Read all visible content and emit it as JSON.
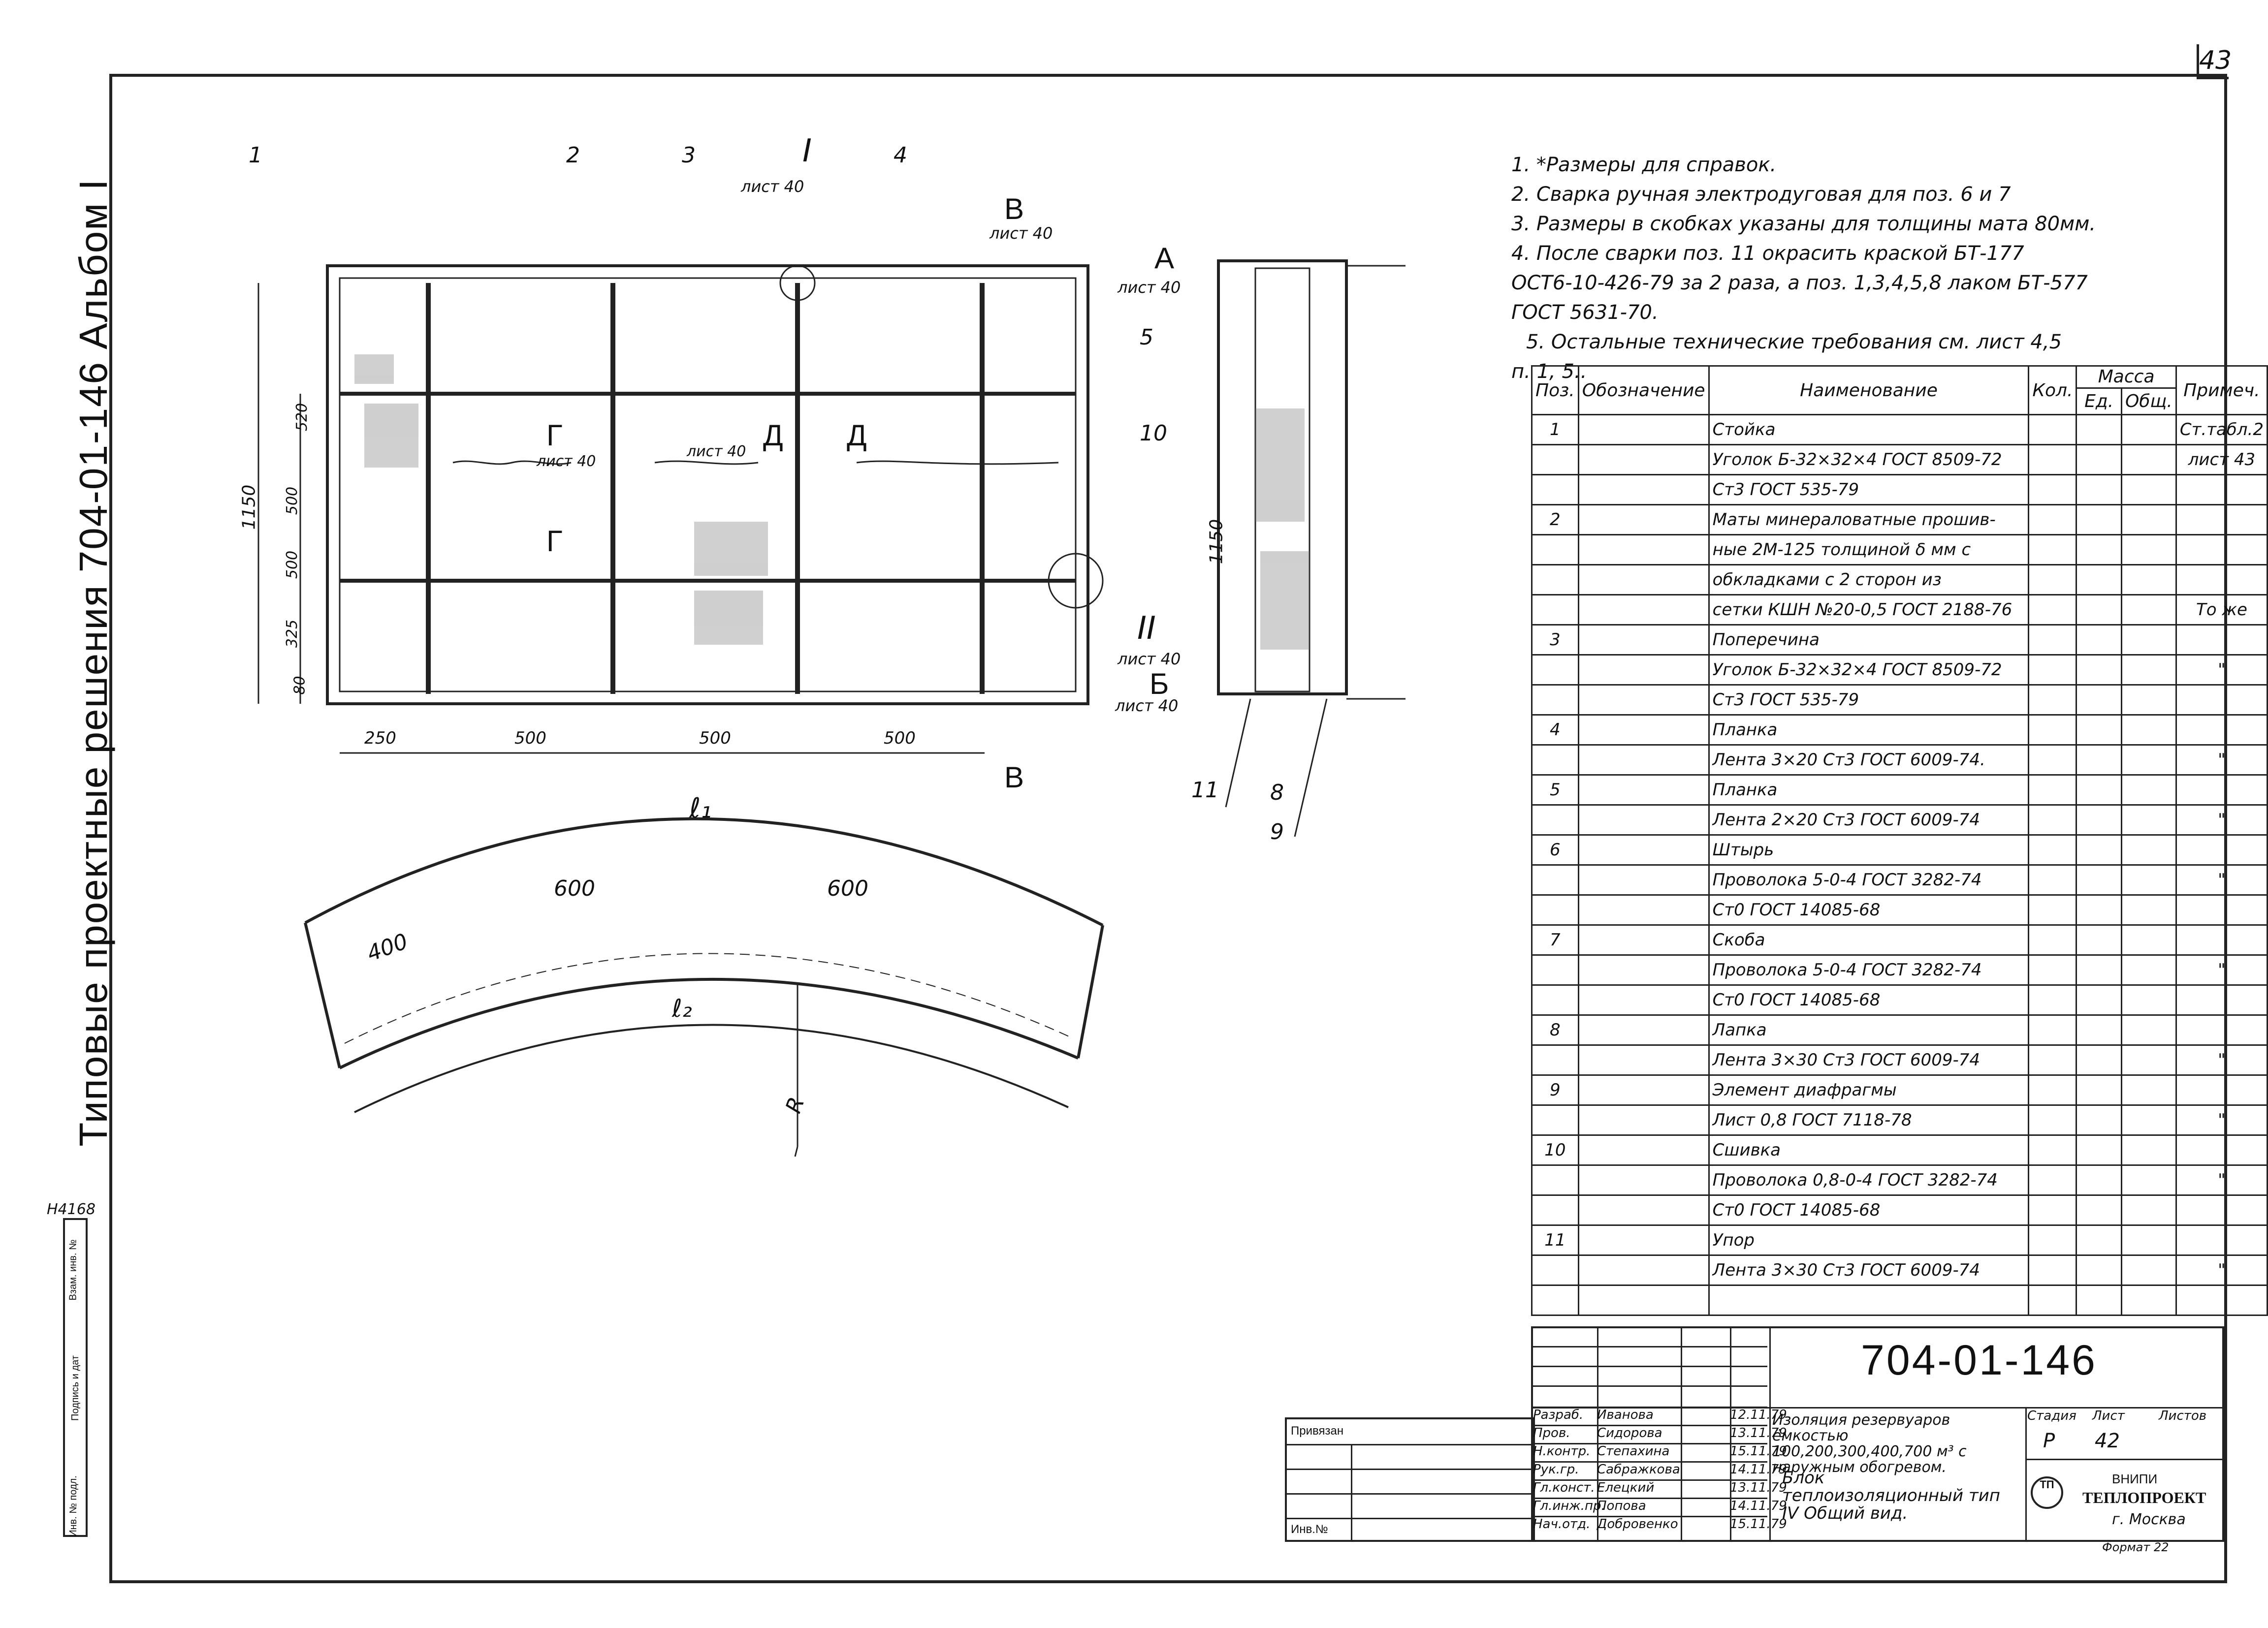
{
  "sheet_corner": "43",
  "side_title": "Типовые проектные решения 704-01-146 Альбом I",
  "left_margin_code": "Н4168",
  "left_stamp": [
    "Инв. № подл.",
    "Подпись и дат",
    "Взам. инв. №"
  ],
  "notes": [
    "1. *Размеры для справок.",
    "2. Сварка ручная электродуговая для поз. 6 и 7",
    "3. Размеры в скобках указаны для толщины мата 80мм.",
    "4. После сварки поз. 11 окрасить краской БТ-177",
    "ОСТ6-10-426-79 за 2 раза, а поз. 1,3,4,5,8 лаком БТ-577",
    "ГОСТ 5631-70.",
    "5. Остальные технические требования см. лист 4,5",
    "п. 1, 5.."
  ],
  "spec_table": {
    "headers": {
      "pos": "Поз.",
      "designation": "Обозначение",
      "name": "Наименование",
      "qty": "Кол.",
      "mass": "Масса",
      "unit": "Ед.",
      "total": "Общ.",
      "note": "Примеч."
    },
    "rows": [
      {
        "pos": "1",
        "name": "Стойка",
        "note": "Ст.табл.2"
      },
      {
        "pos": "",
        "name": "Уголок Б-32×32×4 ГОСТ 8509-72",
        "note": "лист 43"
      },
      {
        "pos": "",
        "name": "Ст3 ГОСТ 535-79",
        "note": ""
      },
      {
        "pos": "2",
        "name": "Маты минераловатные прошив-",
        "note": ""
      },
      {
        "pos": "",
        "name": "ные 2М-125 толщиной δ мм с",
        "note": ""
      },
      {
        "pos": "",
        "name": "обкладками с 2 сторон из",
        "note": ""
      },
      {
        "pos": "",
        "name": "сетки КШН №20-0,5 ГОСТ 2188-76",
        "note": "То же"
      },
      {
        "pos": "3",
        "name": "Поперечина",
        "note": ""
      },
      {
        "pos": "",
        "name": "Уголок Б-32×32×4 ГОСТ 8509-72",
        "note": "\""
      },
      {
        "pos": "",
        "name": "Ст3 ГОСТ 535-79",
        "note": ""
      },
      {
        "pos": "4",
        "name": "Планка",
        "note": ""
      },
      {
        "pos": "",
        "name": "Лента 3×20 Ст3 ГОСТ 6009-74.",
        "note": "\""
      },
      {
        "pos": "5",
        "name": "Планка",
        "note": ""
      },
      {
        "pos": "",
        "name": "Лента 2×20 Ст3 ГОСТ 6009-74",
        "note": "\""
      },
      {
        "pos": "6",
        "name": "Штырь",
        "note": ""
      },
      {
        "pos": "",
        "name": "Проволока 5-0-4 ГОСТ 3282-74",
        "note": "\""
      },
      {
        "pos": "",
        "name": "Ст0 ГОСТ 14085-68",
        "note": ""
      },
      {
        "pos": "7",
        "name": "Скоба",
        "note": ""
      },
      {
        "pos": "",
        "name": "Проволока 5-0-4 ГОСТ 3282-74",
        "note": "\""
      },
      {
        "pos": "",
        "name": "Ст0 ГОСТ 14085-68",
        "note": ""
      },
      {
        "pos": "8",
        "name": "Лапка",
        "note": ""
      },
      {
        "pos": "",
        "name": "Лента 3×30 Ст3 ГОСТ 6009-74",
        "note": "\""
      },
      {
        "pos": "9",
        "name": "Элемент диафрагмы",
        "note": ""
      },
      {
        "pos": "",
        "name": "Лист 0,8 ГОСТ 7118-78",
        "note": "\""
      },
      {
        "pos": "10",
        "name": "Сшивка",
        "note": ""
      },
      {
        "pos": "",
        "name": "Проволока 0,8-0-4 ГОСТ 3282-74",
        "note": "\""
      },
      {
        "pos": "",
        "name": "Ст0 ГОСТ 14085-68",
        "note": ""
      },
      {
        "pos": "11",
        "name": "Упор",
        "note": ""
      },
      {
        "pos": "",
        "name": "Лента 3×30 Ст3 ГОСТ 6009-74",
        "note": "\""
      },
      {
        "pos": "",
        "name": "",
        "note": ""
      }
    ]
  },
  "stamp": {
    "code": "704-01-146",
    "title": "Изоляция резервуаров ёмкостью 100,200,300,400,700 м³ с наружным обогревом.",
    "sheet_title": "Блок теплоизоляционный тип IV Общий вид.",
    "stage_label": "Стадия",
    "stage": "Р",
    "sheet_label": "Лист",
    "sheet": "42",
    "sheets_label": "Листов",
    "org1": "ВНИПИ",
    "org2": "ТЕПЛОПРОЕКТ",
    "city": "г. Москва",
    "format": "Формат 22",
    "people": [
      {
        "role": "Разраб.",
        "name": "Иванова",
        "date": "12.11.79"
      },
      {
        "role": "Пров.",
        "name": "Сидорова",
        "date": "13.11.79"
      },
      {
        "role": "Н.контр.",
        "name": "Степахина",
        "date": "15.11.79"
      },
      {
        "role": "Рук.гр.",
        "name": "Сабражкова",
        "date": "14.11.79"
      },
      {
        "role": "Гл.конст.",
        "name": "Елецкий",
        "date": "13.11.79"
      },
      {
        "role": "Гл.инж.пр.",
        "name": "Попова",
        "date": "14.11.79"
      },
      {
        "role": "Нач.отд.",
        "name": "Добровенко",
        "date": "15.11.79"
      }
    ]
  },
  "binder": {
    "attached": "Привязан",
    "inv": "Инв.№"
  },
  "drawing": {
    "pos_labels": [
      "1",
      "2",
      "3",
      "4",
      "5",
      "10",
      "11",
      "8",
      "9"
    ],
    "section_I": "I",
    "section_II": "II",
    "sheet_ref": "лист 40",
    "view_A": "А",
    "view_B": "Б",
    "view_V": "В",
    "view_G": "Г",
    "view_D": "Д",
    "dims_h": [
      "250",
      "500",
      "500",
      "500"
    ],
    "dims_v": [
      "520",
      "500",
      "500",
      "325",
      "80"
    ],
    "overall_h": "1150",
    "arc_dims": [
      "400",
      "600",
      "600"
    ],
    "l1": "ℓ₁",
    "l2": "ℓ₂",
    "R": "R"
  }
}
